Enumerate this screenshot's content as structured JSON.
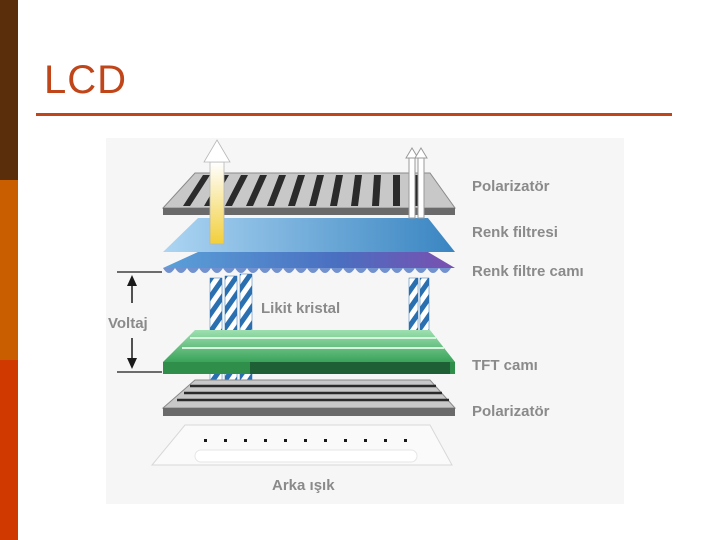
{
  "slide": {
    "title": "LCD",
    "sidebar_colors": [
      "#5a2e0a",
      "#c85e00",
      "#d03a00"
    ]
  },
  "diagram": {
    "labels": {
      "polarizer_top": "Polarizatör",
      "color_filter": "Renk filtresi",
      "color_filter_glass": "Renk filtre camı",
      "liquid_crystal": "Likit kristal",
      "voltage": "Voltaj",
      "tft_glass": "TFT camı",
      "polarizer_bottom": "Polarizatör",
      "backlight": "Arka ışık"
    },
    "colors": {
      "label_gray": "#8a8a8a",
      "filter_blue": "#2f7fbf",
      "tft_green": "#3aa35a",
      "light_yellow": "#f2cf3a"
    }
  }
}
